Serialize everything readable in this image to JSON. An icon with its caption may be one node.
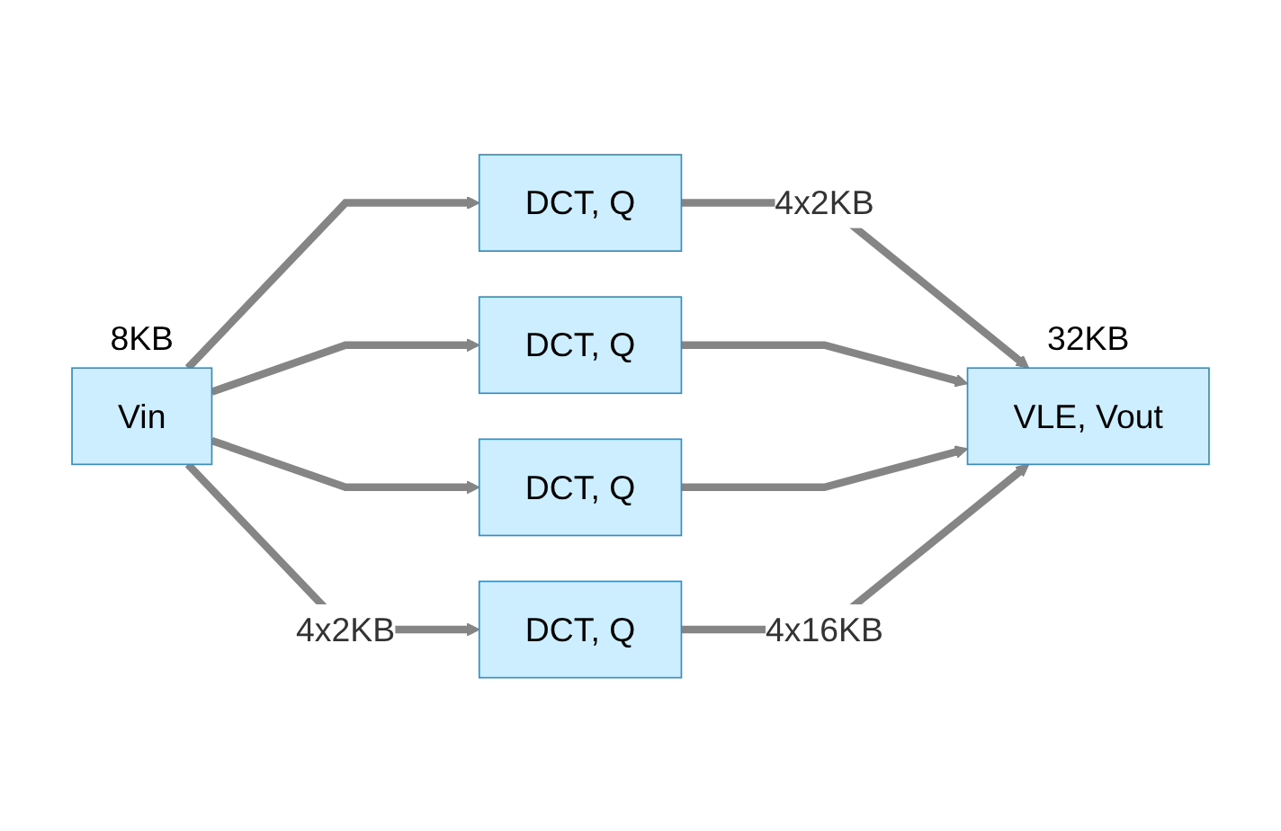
{
  "diagram": {
    "nodes": [
      {
        "text": [
          "Vin"
        ],
        "beside": [
          "8KB"
        ]
      },
      {
        "text": [
          "DCT, Q"
        ]
      },
      {
        "text": [
          "DCT, Q"
        ]
      },
      {
        "text": [
          "DCT, Q"
        ]
      },
      {
        "text": [
          "DCT, Q"
        ]
      },
      {
        "text": [
          "VLE, Vout"
        ],
        "beside": [
          "32KB"
        ]
      }
    ],
    "edges": [
      {
        "from": 0,
        "to": 1,
        "arrow": "to"
      },
      {
        "from": 0,
        "to": 2,
        "arrow": "to"
      },
      {
        "from": 0,
        "to": 3,
        "arrow": "to"
      },
      {
        "from": 0,
        "to": 4,
        "arrow": "to",
        "label": "4x2KB"
      },
      {
        "from": 1,
        "to": 5,
        "arrow": "to",
        "label": "4x2KB"
      },
      {
        "from": 2,
        "to": 5,
        "arrow": "to"
      },
      {
        "from": 3,
        "to": 5,
        "arrow": "to"
      },
      {
        "from": 4,
        "to": 5,
        "arrow": "to",
        "label": "4x16KB"
      }
    ]
  }
}
